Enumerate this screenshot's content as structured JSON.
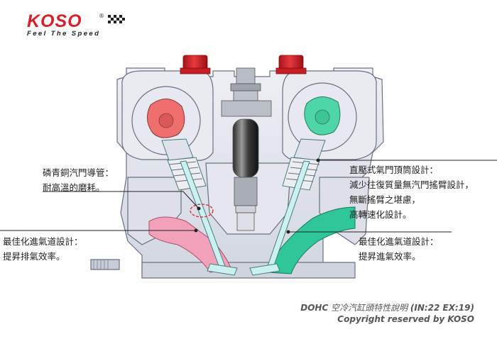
{
  "brand": {
    "logo_word": "KOSO",
    "registered_mark": "®",
    "tagline": "Feel The Speed",
    "logo_color": "#d8202a"
  },
  "annotations": {
    "valve_guide_line1": "磷青銅汽門導管：",
    "valve_guide_line2": "耐高溫的磨耗。",
    "exhaust_port_line1": "最佳化進氣道設計：",
    "exhaust_port_line2": "提昇排氣效率。",
    "tappet_line1": "直壓式氣門頂筒設計：",
    "tappet_line2": "減少往復質量無汽門搖臂設計，",
    "tappet_line3": "無斷搖臂之堪慮，",
    "tappet_line4": "高轉速化設計。",
    "intake_port_line1": "最佳化進氣道設計：",
    "intake_port_line2": "提昇進氣效率。"
  },
  "footer": {
    "title_prefix": "DOHC",
    "title_main": " 空冷汽缸頭特性說明 ",
    "title_spec": "(IN:22 EX:19)",
    "copyright": "Copyright reserved by KOSO"
  },
  "colors": {
    "exhaust_cam": "#ef6f6f",
    "intake_cam": "#4fd6a8",
    "exhaust_port": "#f2a2b8",
    "intake_port": "#2fc79a",
    "cap_red": "#d9252a",
    "valve_cyan": "#c9f1f0",
    "metal_light": "#e3e6ee",
    "metal_mid": "#cfd4df",
    "outline": "#6b7080"
  }
}
